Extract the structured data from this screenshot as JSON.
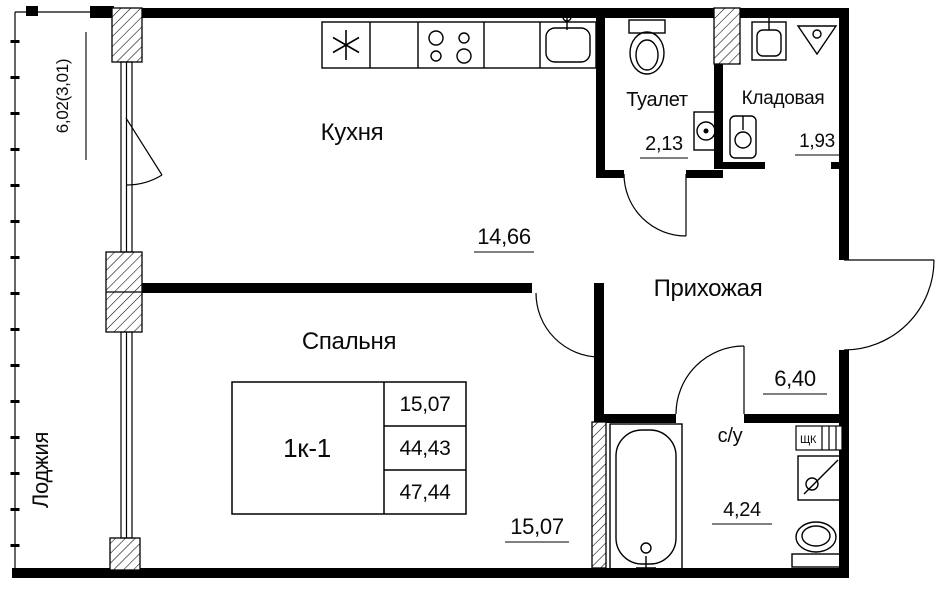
{
  "rooms": {
    "kitchen": {
      "label": "Кухня",
      "area": "14,66"
    },
    "toilet": {
      "label": "Туалет",
      "area": "2,13"
    },
    "storage": {
      "label": "Кладовая",
      "area": "1,93"
    },
    "hallway": {
      "label": "Прихожая",
      "area": "6,40"
    },
    "bedroom": {
      "label": "Спальня",
      "area": "15,07"
    },
    "bathroom": {
      "label": "с/у",
      "area": "4,24"
    },
    "loggia": {
      "label": "Лоджия",
      "dimension": "6,02(3,01)"
    }
  },
  "info_table": {
    "unit": "1к-1",
    "rows": [
      "15,07",
      "44,43",
      "47,44"
    ]
  },
  "labels": {
    "electrical_panel": "ЩК"
  },
  "colors": {
    "ink": "#000000",
    "paper": "#ffffff"
  }
}
